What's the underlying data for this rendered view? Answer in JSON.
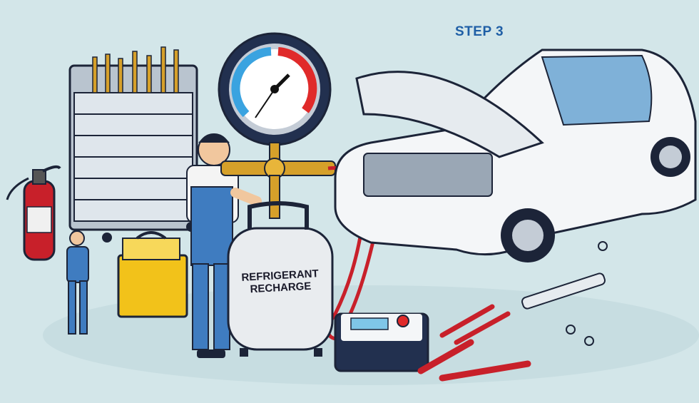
{
  "illustration": {
    "heading": "STEP 3",
    "tank_label_line1": "REFRIGERANT",
    "tank_label_line2": "RECHARGE",
    "colors": {
      "background": "#d3e6e9",
      "heading": "#1f5fa6",
      "hose": "#c8202a",
      "car": "#f4f6f8",
      "tank": "#e9ecef",
      "brass": "#d6a02a",
      "toolbox": "#f2c21a",
      "extinguisher": "#c8202a",
      "overalls": "#3f7cc0"
    }
  }
}
